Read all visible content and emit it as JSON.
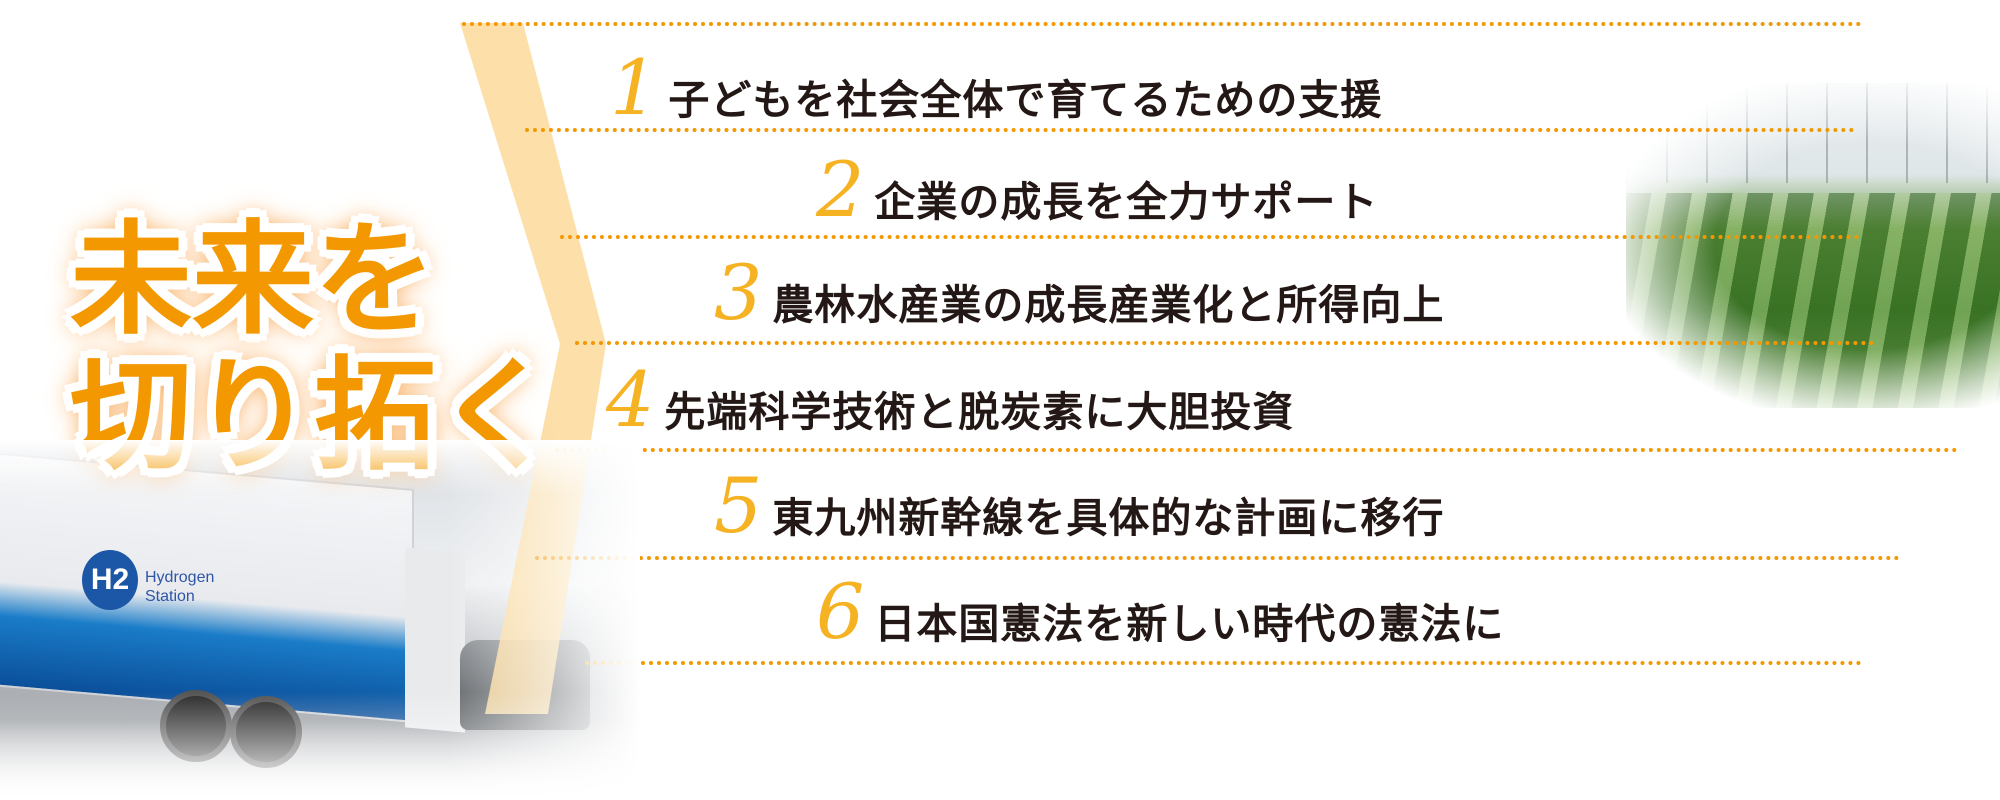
{
  "title": {
    "line1": "未来を",
    "line2": "切り拓く",
    "color": "#f39800"
  },
  "accent_colors": {
    "number": "#f5b324",
    "dots": "#f39800",
    "chevron": "#fbd99a"
  },
  "photos": {
    "truck": {
      "badge": "H2",
      "label_line1": "Hydrogen",
      "label_line2": "Station"
    },
    "greenhouse": {}
  },
  "items": [
    {
      "number": "1",
      "text": "子どもを社会全体で育てるための支援"
    },
    {
      "number": "2",
      "text": "企業の成長を全力サポート"
    },
    {
      "number": "3",
      "text": "農林水産業の成長産業化と所得向上"
    },
    {
      "number": "4",
      "text": "先端科学技術と脱炭素に大胆投資"
    },
    {
      "number": "5",
      "text": "東九州新幹線を具体的な計画に移行"
    },
    {
      "number": "6",
      "text": "日本国憲法を新しい時代の憲法に"
    }
  ]
}
